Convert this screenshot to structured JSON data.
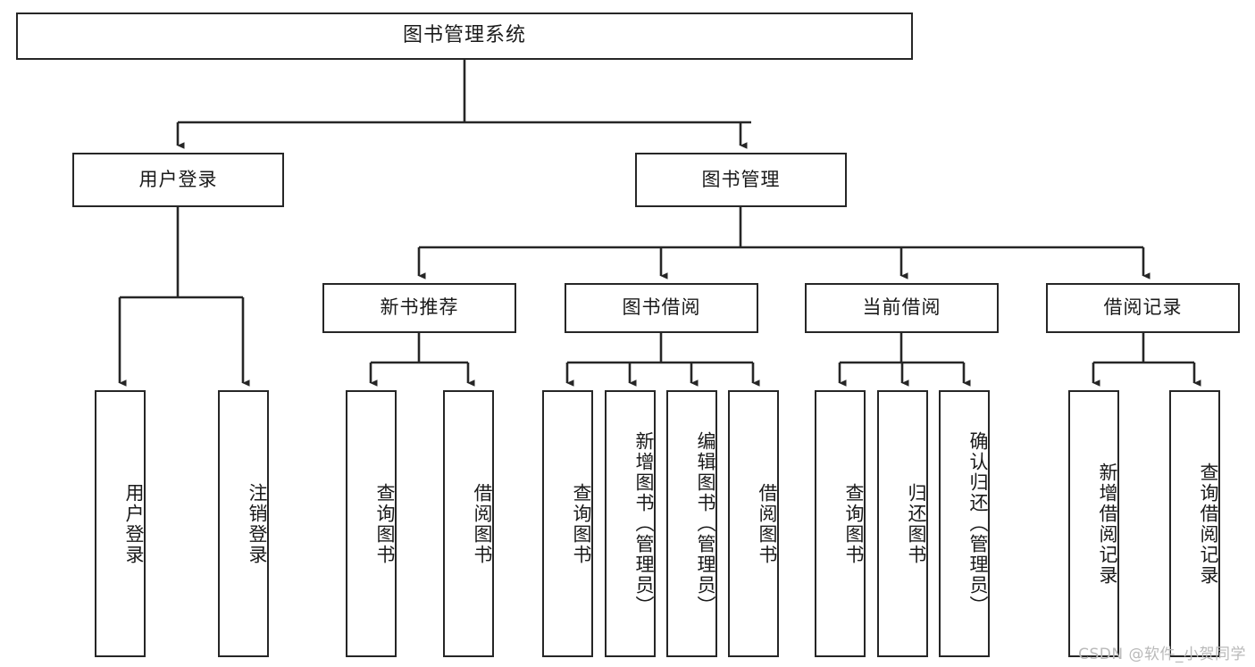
{
  "diagram": {
    "title": "图书管理系统",
    "type": "tree",
    "stroke_color": "#262626",
    "fill_color": "#ffffff",
    "text_color": "#1a1a1a",
    "watermark": "CSDN @软件_小贺同学"
  },
  "nodes": {
    "root": {
      "label": "图书管理系统"
    },
    "level2": [
      {
        "id": "user-login",
        "label": "用户登录"
      },
      {
        "id": "book-management",
        "label": "图书管理"
      }
    ],
    "level3": [
      {
        "id": "new-book-recommend",
        "label": "新书推荐"
      },
      {
        "id": "book-borrow",
        "label": "图书借阅"
      },
      {
        "id": "current-borrow",
        "label": "当前借阅"
      },
      {
        "id": "borrow-record",
        "label": "借阅记录"
      }
    ],
    "leaves": {
      "user-login": [
        {
          "id": "leaf-user-login",
          "label": "用户登录"
        },
        {
          "id": "leaf-logout-login",
          "label": "注销登录"
        }
      ],
      "new-book-recommend": [
        {
          "id": "leaf-query-book-1",
          "label": "查询图书"
        },
        {
          "id": "leaf-borrow-book-1",
          "label": "借阅图书"
        }
      ],
      "book-borrow": [
        {
          "id": "leaf-query-book-2",
          "label": "查询图书"
        },
        {
          "id": "leaf-add-book",
          "label": "新增图书（管理员）"
        },
        {
          "id": "leaf-edit-book",
          "label": "编辑图书（管理员）"
        },
        {
          "id": "leaf-borrow-book-2",
          "label": "借阅图书"
        }
      ],
      "current-borrow": [
        {
          "id": "leaf-query-book-3",
          "label": "查询图书"
        },
        {
          "id": "leaf-return-book",
          "label": "归还图书"
        },
        {
          "id": "leaf-confirm-return",
          "label": "确认归还（管理员）"
        }
      ],
      "borrow-record": [
        {
          "id": "leaf-add-record",
          "label": "新增借阅记录"
        },
        {
          "id": "leaf-query-record",
          "label": "查询借阅记录"
        }
      ]
    }
  }
}
